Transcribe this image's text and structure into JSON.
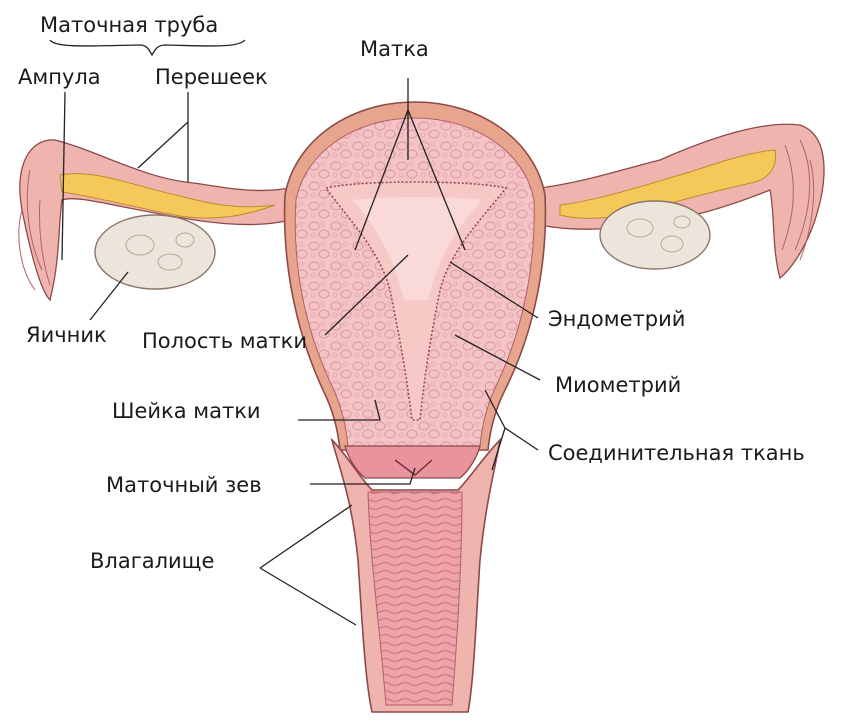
{
  "labels": {
    "fallopian_tube": "Маточная труба",
    "ampulla": "Ампула",
    "isthmus": "Перешеек",
    "uterus": "Матка",
    "ovary": "Яичник",
    "uterine_cavity": "Полость матки",
    "endometrium": "Эндометрий",
    "myometrium": "Миометрий",
    "cervix": "Шейка матки",
    "connective_tissue": "Соединительная ткань",
    "external_os": "Маточный зев",
    "vagina": "Влагалище"
  },
  "colors": {
    "serosa": "#e8a58e",
    "wall": "#f2bfc2",
    "wall_dark": "#d9868f",
    "cavity": "#f6c9c7",
    "tube_fill": "#f5c85a",
    "ovary": "#ece5dc",
    "vagina_lining": "#e9949c",
    "outline": "#8c4a4a"
  }
}
